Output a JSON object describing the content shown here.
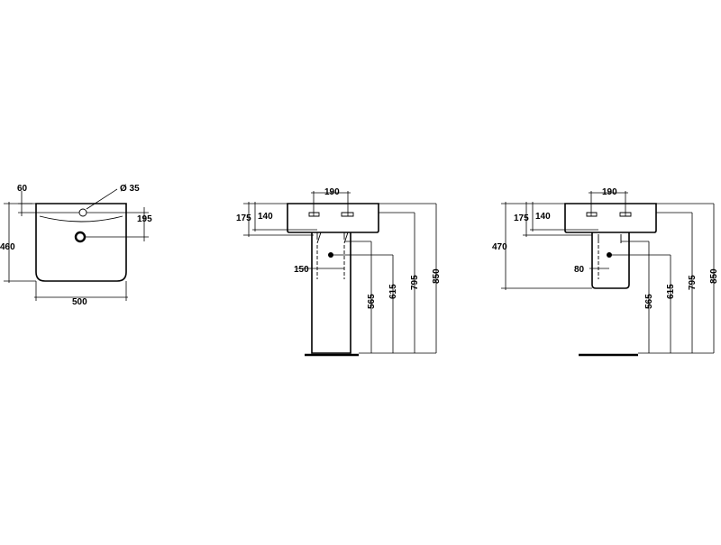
{
  "top_view": {
    "dim_60": "60",
    "dim_tap_hole": "Ø 35",
    "dim_195": "195",
    "dim_460": "460",
    "dim_500": "500"
  },
  "pedestal_view": {
    "dim_190": "190",
    "dim_175": "175",
    "dim_140": "140",
    "dim_150": "150",
    "dim_565": "565",
    "dim_615": "615",
    "dim_795": "795",
    "dim_850": "850"
  },
  "semi_pedestal_view": {
    "dim_190": "190",
    "dim_175": "175",
    "dim_140": "140",
    "dim_470": "470",
    "dim_80": "80",
    "dim_565": "565",
    "dim_615": "615",
    "dim_795": "795",
    "dim_850": "850"
  }
}
